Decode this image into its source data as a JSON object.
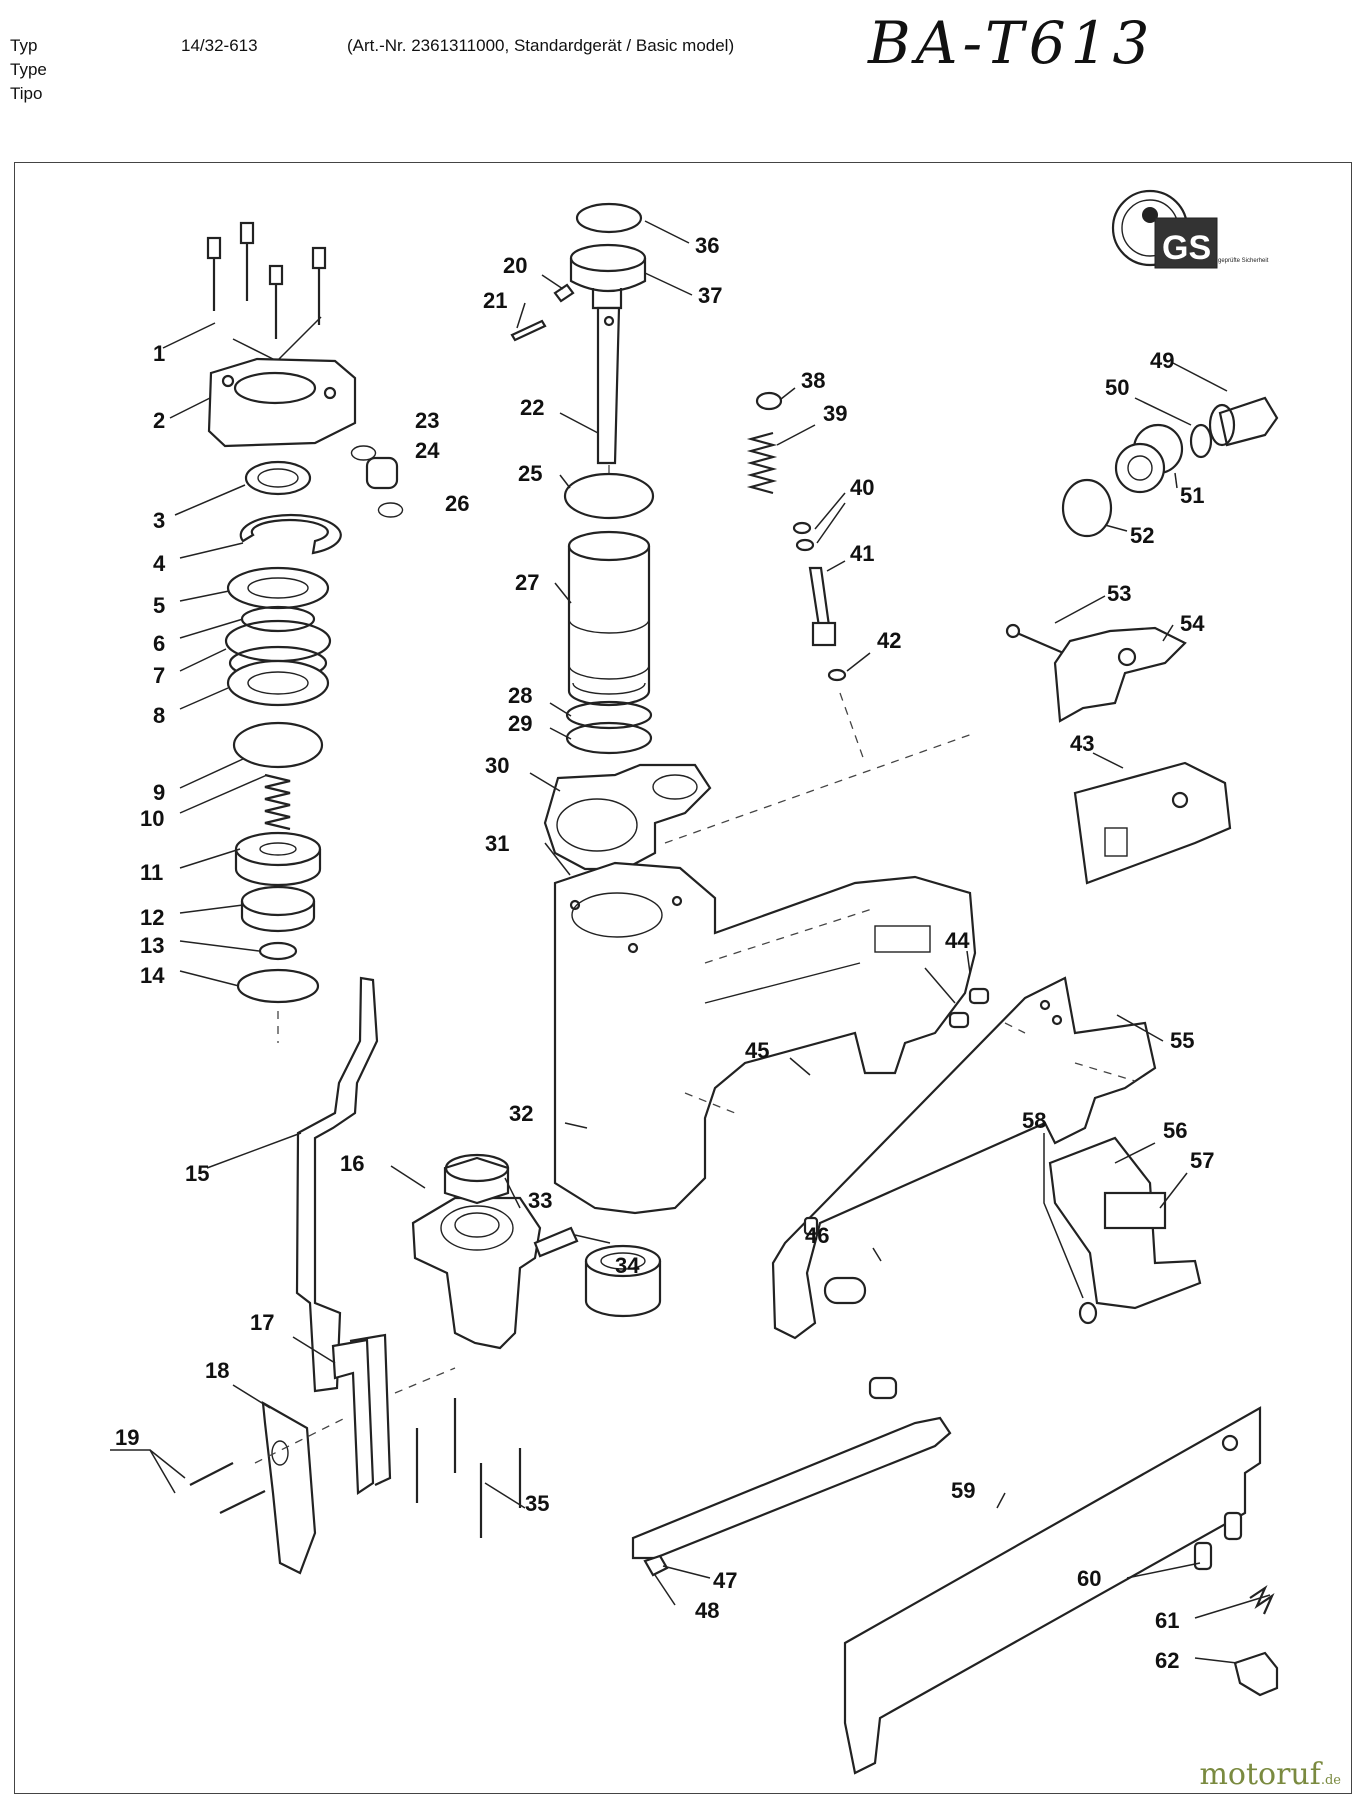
{
  "header": {
    "labels": [
      "Typ",
      "Type",
      "Tipo"
    ],
    "type_number": "14/32-613",
    "article": "(Art.-Nr. 2361311000, Standardgerät / Basic model)",
    "model_handwritten": "BA-T613"
  },
  "gs_seal": {
    "letters": "GS",
    "caption": "geprüfte Sicherheit"
  },
  "watermark": {
    "brand": "motoruf",
    "tld": ".de"
  },
  "parts": [
    "1",
    "2",
    "3",
    "4",
    "5",
    "6",
    "7",
    "8",
    "9",
    "10",
    "11",
    "12",
    "13",
    "14",
    "15",
    "16",
    "17",
    "18",
    "19",
    "20",
    "21",
    "22",
    "23",
    "24",
    "25",
    "26",
    "27",
    "28",
    "29",
    "30",
    "31",
    "32",
    "33",
    "34",
    "35",
    "36",
    "37",
    "38",
    "39",
    "40",
    "41",
    "42",
    "43",
    "44",
    "45",
    "46",
    "47",
    "48",
    "49",
    "50",
    "51",
    "52",
    "53",
    "54",
    "55",
    "56",
    "57",
    "58",
    "59",
    "60",
    "61",
    "62"
  ]
}
